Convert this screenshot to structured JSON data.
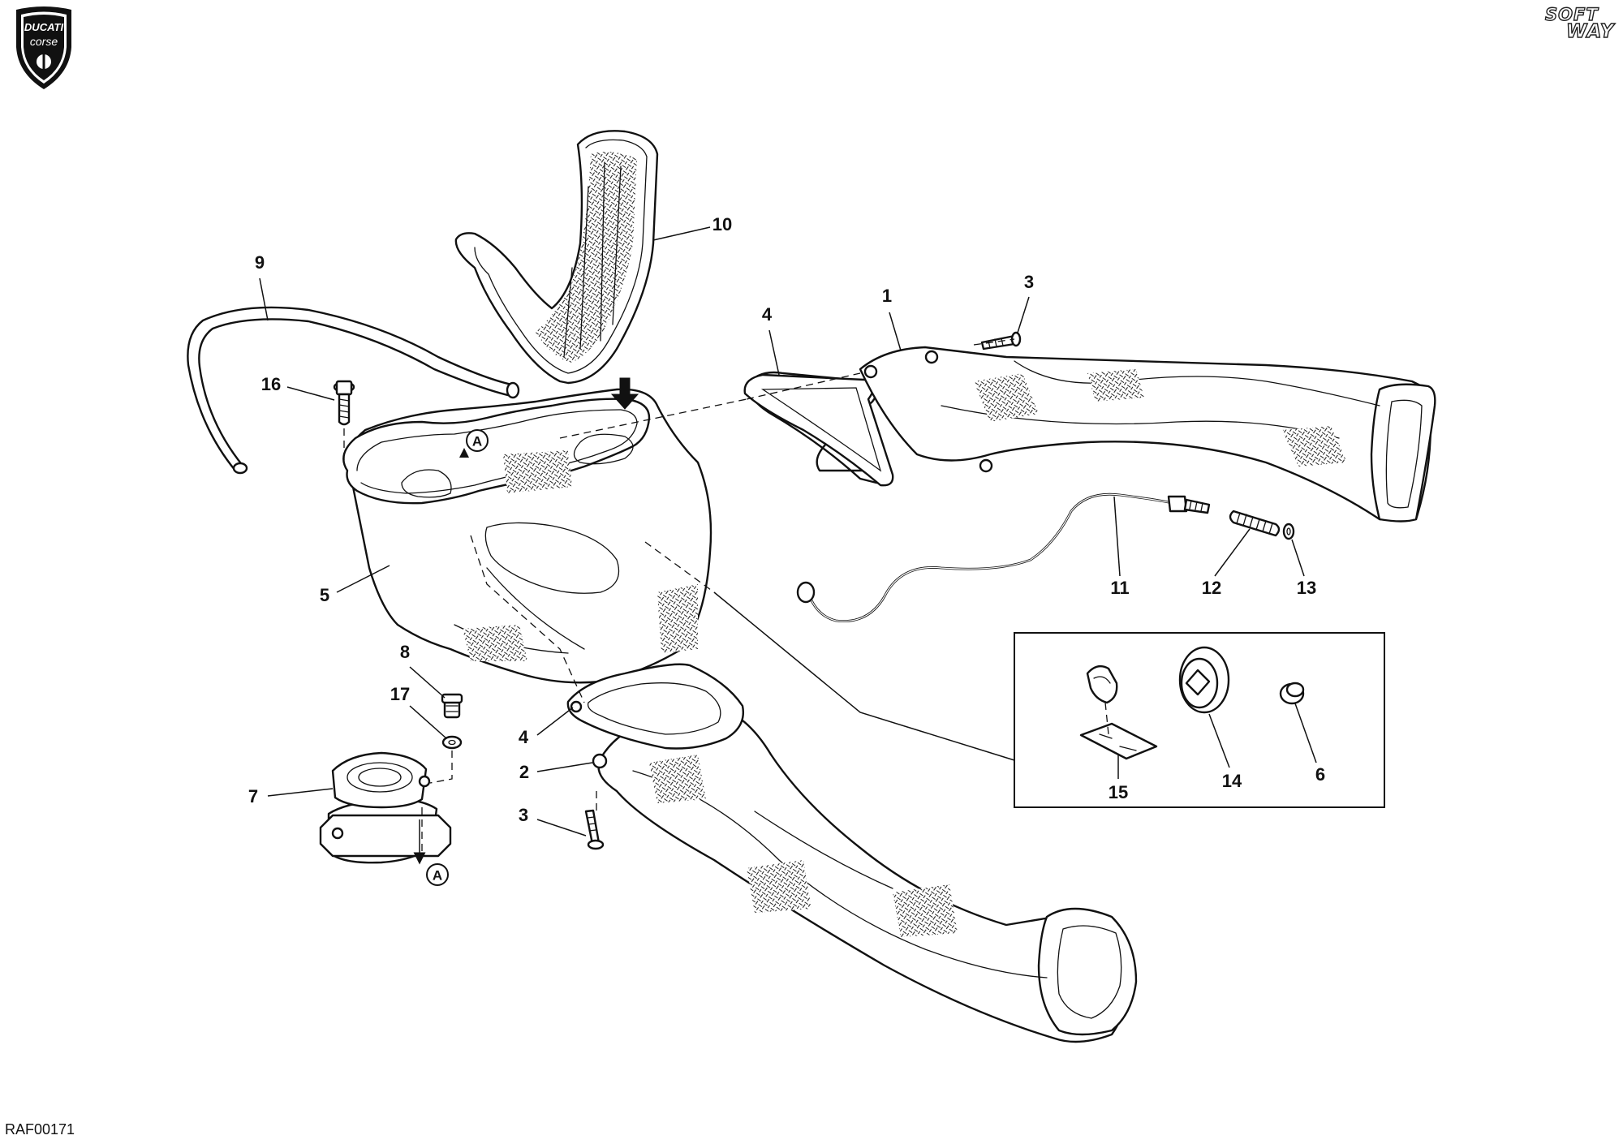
{
  "diagram": {
    "drawing_code": "RAF00171",
    "brand_logo": {
      "line1": "DUCATI",
      "line2": "corse"
    },
    "publisher_logo": {
      "line1": "SOFT",
      "line2": "WAY"
    },
    "reference_letter": "A",
    "callouts": [
      {
        "id": "c1",
        "label": "1"
      },
      {
        "id": "c2",
        "label": "2"
      },
      {
        "id": "c3a",
        "label": "3"
      },
      {
        "id": "c3b",
        "label": "3"
      },
      {
        "id": "c4a",
        "label": "4"
      },
      {
        "id": "c4b",
        "label": "4"
      },
      {
        "id": "c5",
        "label": "5"
      },
      {
        "id": "c6",
        "label": "6"
      },
      {
        "id": "c7",
        "label": "7"
      },
      {
        "id": "c8",
        "label": "8"
      },
      {
        "id": "c9",
        "label": "9"
      },
      {
        "id": "c10",
        "label": "10"
      },
      {
        "id": "c11",
        "label": "11"
      },
      {
        "id": "c12",
        "label": "12"
      },
      {
        "id": "c13",
        "label": "13"
      },
      {
        "id": "c14",
        "label": "14"
      },
      {
        "id": "c15",
        "label": "15"
      },
      {
        "id": "c16",
        "label": "16"
      },
      {
        "id": "c17",
        "label": "17"
      }
    ]
  }
}
